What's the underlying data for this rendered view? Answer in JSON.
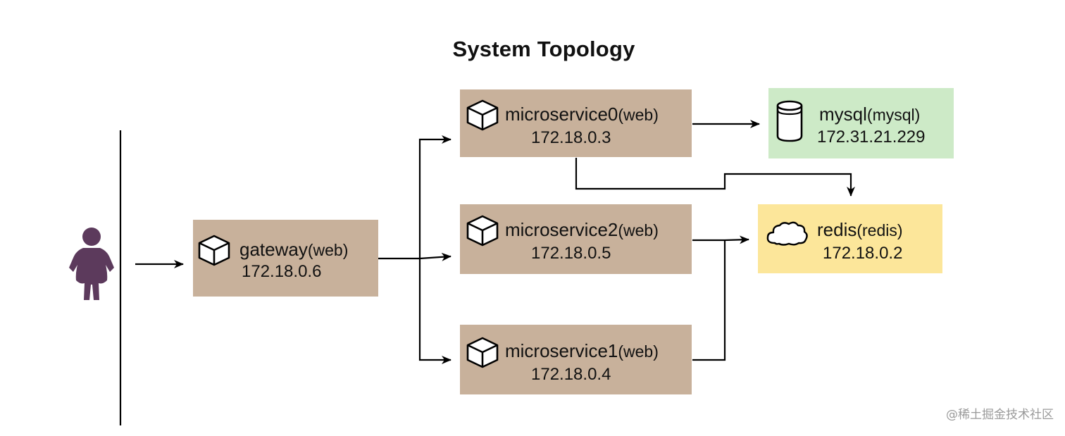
{
  "title": "System Topology",
  "nodes": {
    "gateway": {
      "name": "gateway",
      "type": "(web)",
      "ip": "172.18.0.6",
      "color": "#c8b19b"
    },
    "microservice0": {
      "name": "microservice0",
      "type": "(web)",
      "ip": "172.18.0.3",
      "color": "#c8b19b"
    },
    "microservice2": {
      "name": "microservice2",
      "type": "(web)",
      "ip": "172.18.0.5",
      "color": "#c8b19b"
    },
    "microservice1": {
      "name": "microservice1",
      "type": "(web)",
      "ip": "172.18.0.4",
      "color": "#c8b19b"
    },
    "mysql": {
      "name": "mysql",
      "type": "(mysql)",
      "ip": "172.31.21.229",
      "color": "#cdeac7"
    },
    "redis": {
      "name": "redis",
      "type": "(redis)",
      "ip": "172.18.0.2",
      "color": "#fce69a"
    }
  },
  "colors": {
    "user": "#5c3a5c",
    "edge": "#000000"
  },
  "icons": {
    "service": "cube-icon",
    "database": "database-cylinder-icon",
    "cache": "cloud-icon",
    "user": "user-figure-icon"
  },
  "watermark": "@稀土掘金技术社区"
}
